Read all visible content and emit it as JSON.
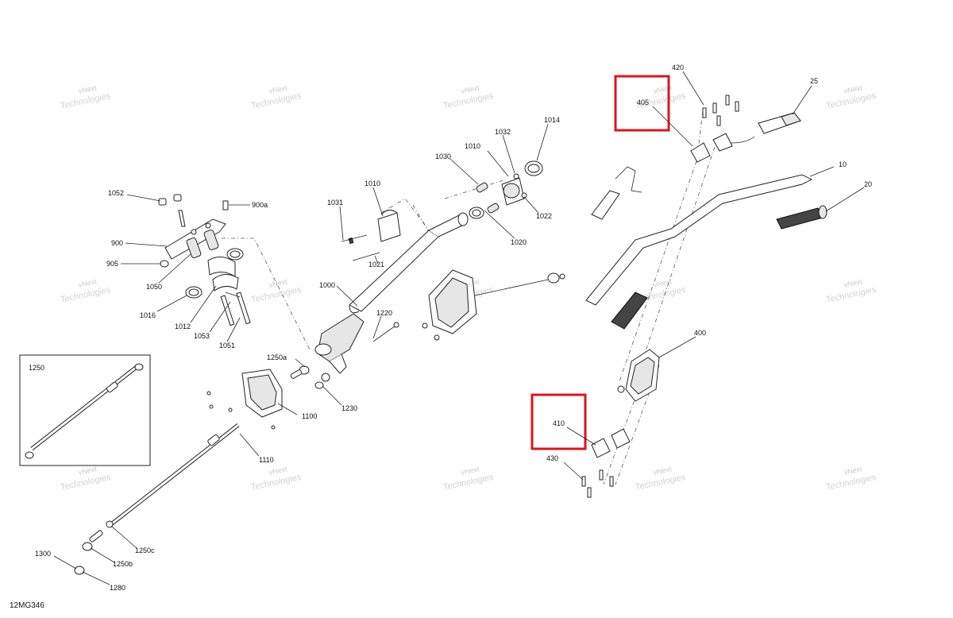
{
  "diagram_code": "12MG346",
  "watermark": {
    "line1": "vNext",
    "line2": "Technologies",
    "full": "vNext Technologies"
  },
  "callouts": {
    "c1052": "1052",
    "c900a": "900a",
    "c900": "900",
    "c905": "905",
    "c1050": "1050",
    "c1016": "1016",
    "c1012": "1012",
    "c1053": "1053",
    "c1051": "1051",
    "c1031": "1031",
    "c1010a": "1010",
    "c1021": "1021",
    "c1030": "1030",
    "c1010b": "1010",
    "c1032": "1032",
    "c1014": "1014",
    "c1022": "1022",
    "c1020": "1020",
    "c1000": "1000",
    "c1220": "1220",
    "c1250a": "1250a",
    "c1230": "1230",
    "c1100": "1100",
    "c1110": "1110",
    "c1250": "1250",
    "c1300": "1300",
    "c1250b": "1250b",
    "c1250c": "1250c",
    "c1280": "1280",
    "c420": "420",
    "c405": "405",
    "c25": "25",
    "c10": "10",
    "c20": "20",
    "c400": "400",
    "c410": "410",
    "c430": "430"
  },
  "highlight_color": "#d9171e"
}
